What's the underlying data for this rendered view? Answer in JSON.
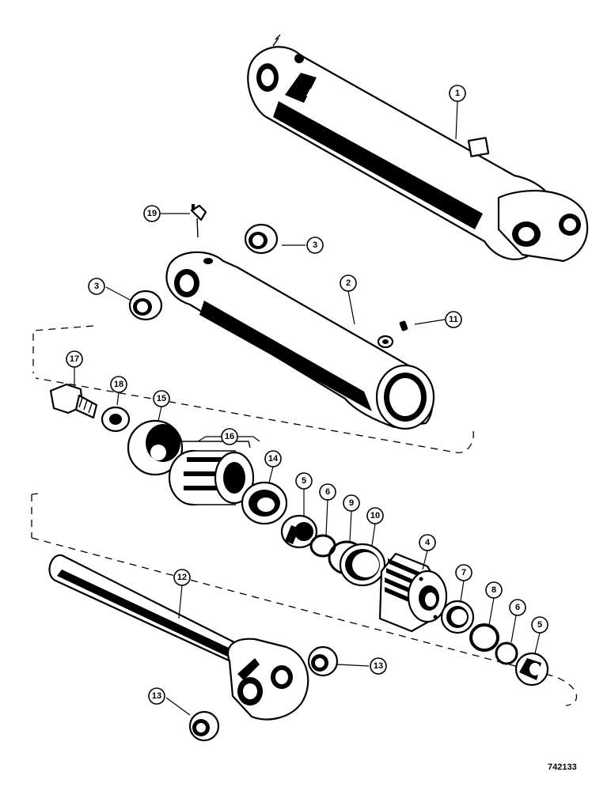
{
  "drawing_number": "742133",
  "callouts": [
    {
      "id": "c1",
      "label": "1"
    },
    {
      "id": "c2",
      "label": "2"
    },
    {
      "id": "c3a",
      "label": "3"
    },
    {
      "id": "c3b",
      "label": "3"
    },
    {
      "id": "c4",
      "label": "4"
    },
    {
      "id": "c5a",
      "label": "5"
    },
    {
      "id": "c5b",
      "label": "5"
    },
    {
      "id": "c6a",
      "label": "6"
    },
    {
      "id": "c6b",
      "label": "6"
    },
    {
      "id": "c7",
      "label": "7"
    },
    {
      "id": "c8",
      "label": "8"
    },
    {
      "id": "c9",
      "label": "9"
    },
    {
      "id": "c10",
      "label": "10"
    },
    {
      "id": "c11",
      "label": "11"
    },
    {
      "id": "c12",
      "label": "12"
    },
    {
      "id": "c13a",
      "label": "13"
    },
    {
      "id": "c13b",
      "label": "13"
    },
    {
      "id": "c14",
      "label": "14"
    },
    {
      "id": "c15",
      "label": "15"
    },
    {
      "id": "c16",
      "label": "16"
    },
    {
      "id": "c17",
      "label": "17"
    },
    {
      "id": "c18",
      "label": "18"
    },
    {
      "id": "c19",
      "label": "19"
    }
  ]
}
